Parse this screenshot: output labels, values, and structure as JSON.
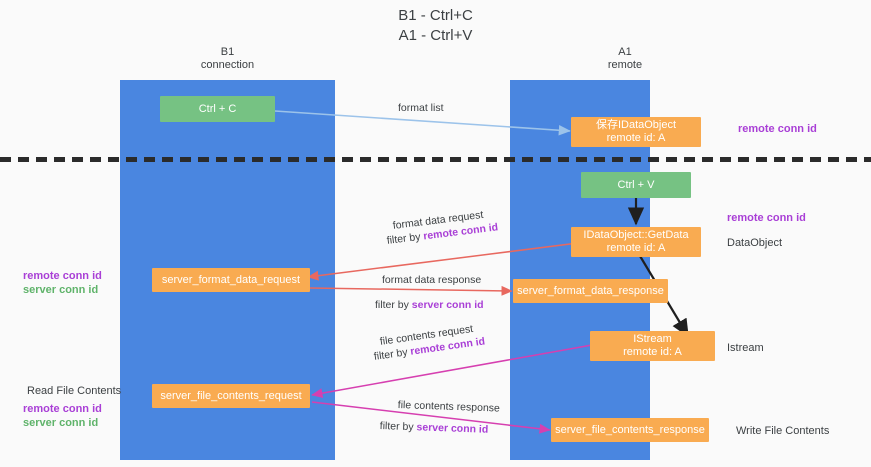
{
  "title": {
    "line1": "B1 - Ctrl+C",
    "line2": "A1 - Ctrl+V"
  },
  "columns": [
    {
      "name": "B1",
      "subtitle": "connection"
    },
    {
      "name": "A1",
      "subtitle": "remote"
    }
  ],
  "boxes": {
    "ctrl_c": {
      "label": "Ctrl + C"
    },
    "ctrl_v": {
      "label": "Ctrl + V"
    },
    "idataobject_store": {
      "line1": "保存IDataObject",
      "line2": "remote id: A"
    },
    "idataobject_getdata": {
      "line1": "IDataObject::GetData",
      "line2": "remote id: A"
    },
    "istream": {
      "line1": "IStream",
      "line2": "remote id: A"
    },
    "server_format_data_request": {
      "label": "server_format_data_request"
    },
    "server_format_data_response": {
      "label": "server_format_data_response"
    },
    "server_file_contents_request": {
      "label": "server_file_contents_request"
    },
    "server_file_contents_response": {
      "label": "server_file_contents_response"
    }
  },
  "edges": {
    "format_list": {
      "label": "format list"
    },
    "format_data_request": {
      "label": "format data request"
    },
    "format_data_request_filter_prefix": {
      "label": "filter by "
    },
    "format_data_request_filter_key": {
      "label": "remote conn id"
    },
    "format_data_response": {
      "label": "format data response"
    },
    "format_data_response_filter_prefix": {
      "label": "filter by "
    },
    "format_data_response_filter_key": {
      "label": "server conn id"
    },
    "file_contents_request": {
      "label": "file contents request"
    },
    "file_contents_request_filter_prefix": {
      "label": "filter by "
    },
    "file_contents_request_filter_key": {
      "label": "remote conn id"
    },
    "file_contents_response": {
      "label": "file contents response"
    },
    "file_contents_response_filter_prefix": {
      "label": "filter by "
    },
    "file_contents_response_filter_key": {
      "label": "server conn id"
    }
  },
  "annotations": {
    "right_top_conn": "remote conn id",
    "right_mid_conn": "remote conn id",
    "right_dataobject": "DataObject",
    "right_istream": "Istream",
    "right_write_file_contents": "Write File Contents",
    "left_mid_remote": "remote conn id",
    "left_mid_server": "server conn id",
    "left_read_file_contents": "Read File Contents",
    "left_bot_remote": "remote conn id",
    "left_bot_server": "server conn id"
  },
  "colors": {
    "background": "#fafafa",
    "column_blue": "#4a86e0",
    "box_green": "#76c283",
    "box_orange": "#f9ab51",
    "accent_purple": "#a93fd6",
    "accent_green": "#5fb36a",
    "arrow_lightblue": "#9cc3ea",
    "arrow_red": "#e8685f",
    "arrow_magenta": "#d63fb0",
    "arrow_black": "#1f1f1f",
    "divider_dashed": "#2b2b2b"
  }
}
